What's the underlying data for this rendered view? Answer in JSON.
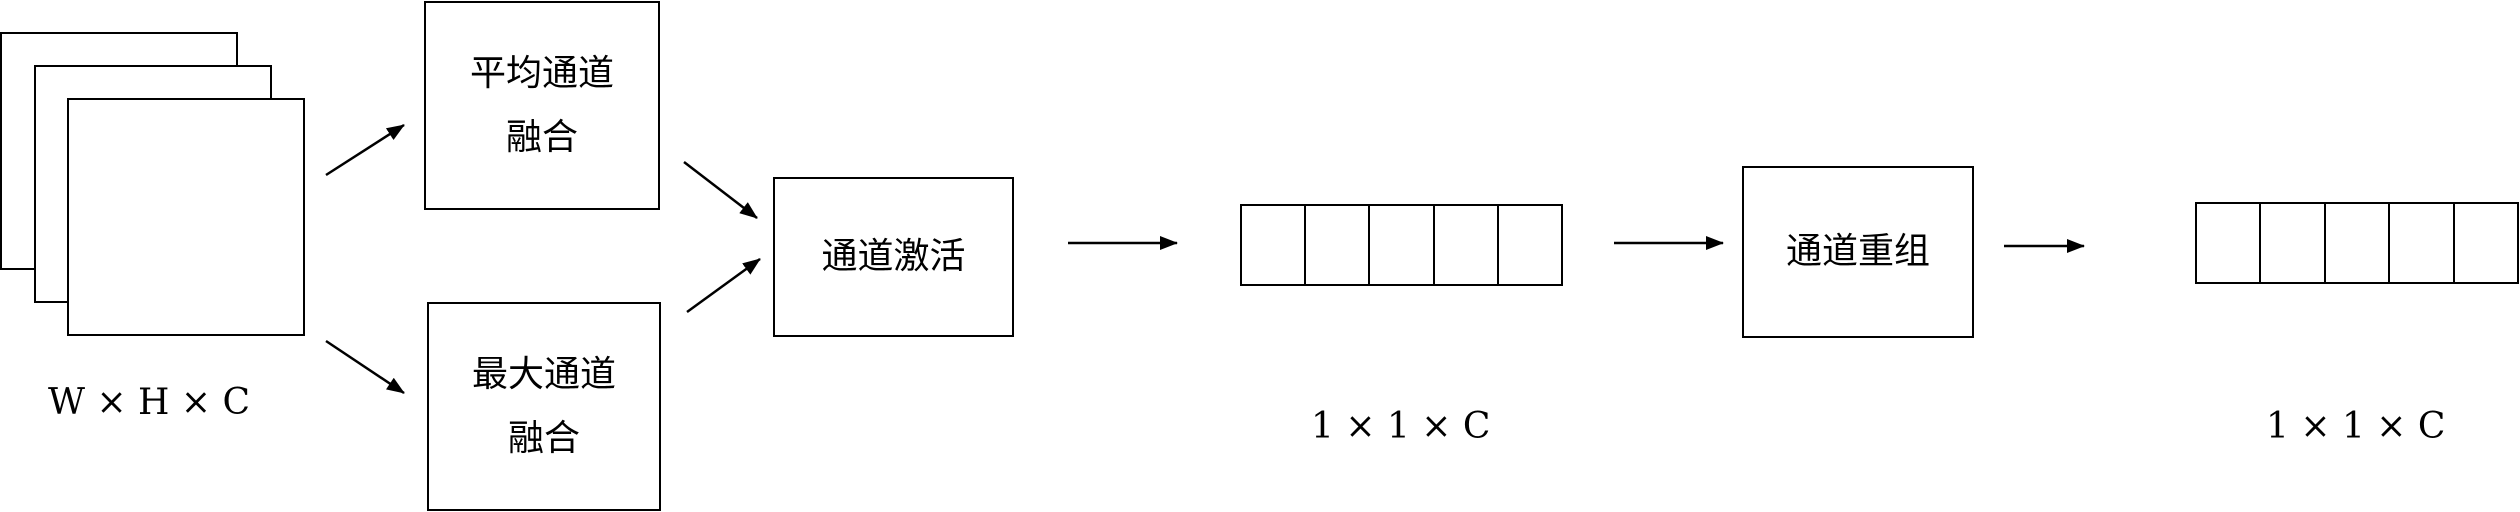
{
  "input": {
    "label": "W × H × C"
  },
  "blocks": {
    "avg_fusion": "平均通道\n融合",
    "max_fusion": "最大通道\n融合",
    "activation": "通道激活",
    "regroup": "通道重组"
  },
  "vectors": [
    {
      "label": "1 × 1 × C",
      "cells": 5
    },
    {
      "label": "1 × 1 × C",
      "cells": 5
    }
  ]
}
